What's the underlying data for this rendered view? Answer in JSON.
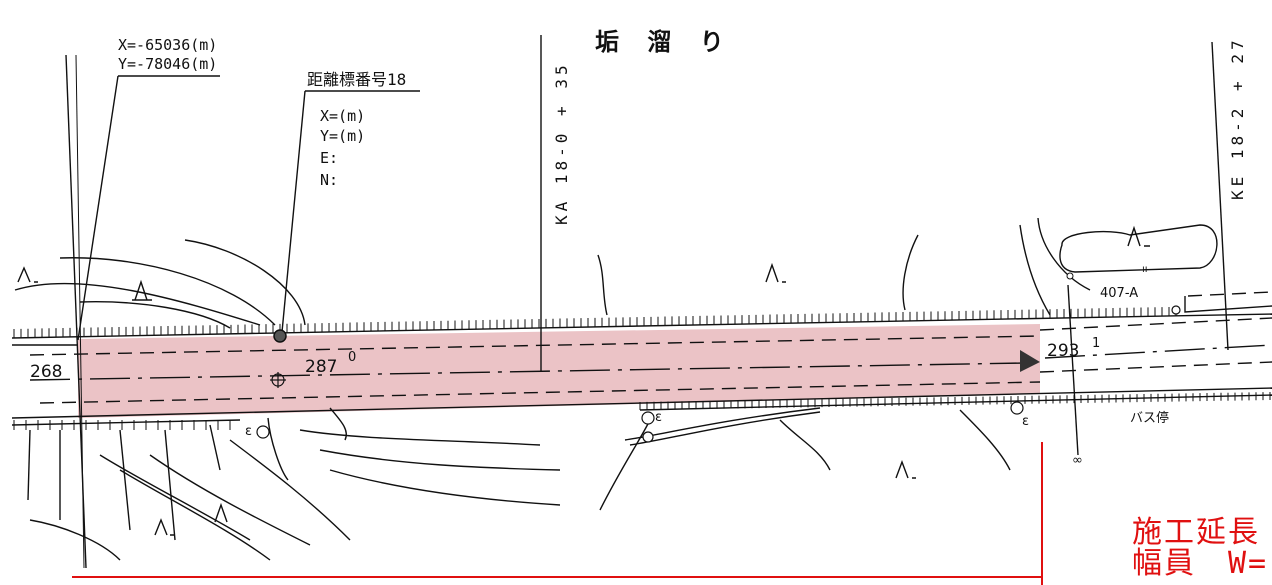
{
  "title": "垢 溜 り",
  "coord_point": {
    "x_label": "X=-65036(m)",
    "y_label": "Y=-78046(m)"
  },
  "marker": {
    "name": "距離標番号18",
    "x_label": "X=(m)",
    "y_label": "Y=(m)",
    "e_label": "E:",
    "n_label": "N:"
  },
  "stations": {
    "ka": "KA 18-0 + 35",
    "ke": "KE 18-2 + 27"
  },
  "elevations": {
    "left": "268",
    "mid": "287",
    "mid_sup": "0",
    "right": "293",
    "right_sup": "1"
  },
  "labels": {
    "bus_stop": "バス停",
    "pole_id": "407-A",
    "eps1": "ε",
    "eps2": "ε",
    "eps3": "ε",
    "infinity": "∞",
    "small_mark": "ıı"
  },
  "construction": {
    "length_line": "施工延長",
    "width_line": "幅員　W="
  },
  "colors": {
    "highlight": "#e8b8bc",
    "accent_red": "#e01010",
    "ink": "#111111"
  }
}
